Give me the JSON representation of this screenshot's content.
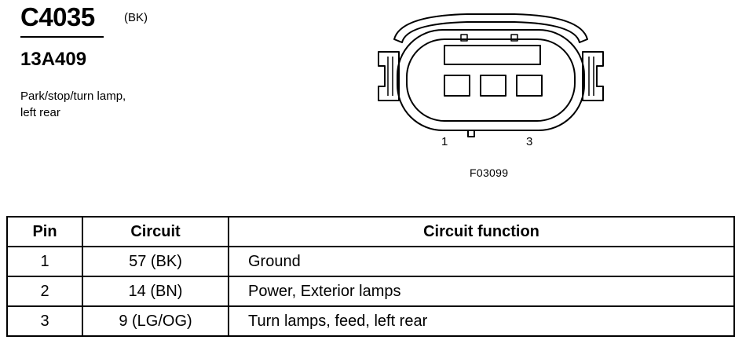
{
  "header": {
    "connector_id": "C4035",
    "color_code": "(BK)",
    "part_number": "13A409",
    "description_lines": [
      "Park/stop/turn lamp,",
      "left rear"
    ]
  },
  "diagram": {
    "pin_labels": [
      "1",
      "3"
    ],
    "figure_code": "F03099"
  },
  "table": {
    "headers": [
      "Pin",
      "Circuit",
      "Circuit function"
    ],
    "rows": [
      {
        "pin": "1",
        "circuit": "57 (BK)",
        "function": "Ground"
      },
      {
        "pin": "2",
        "circuit": "14 (BN)",
        "function": "Power, Exterior lamps"
      },
      {
        "pin": "3",
        "circuit": "9 (LG/OG)",
        "function": "Turn lamps, feed, left rear"
      }
    ]
  }
}
